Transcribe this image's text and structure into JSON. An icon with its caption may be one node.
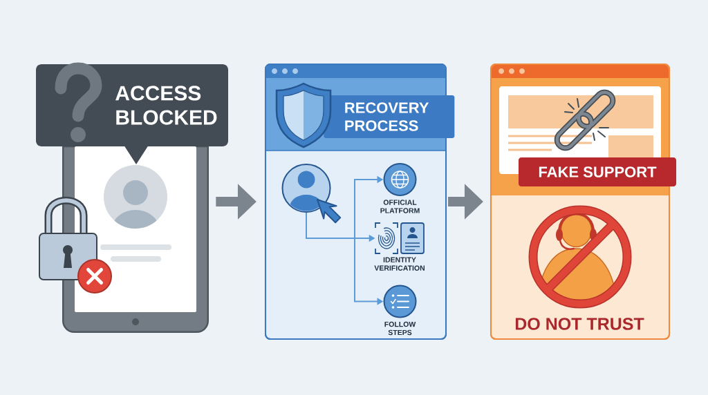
{
  "diagram": {
    "nodes": [
      {
        "text": [
          "ACCESS BLOCKED"
        ]
      },
      {
        "text": [],
        "shape": "picture"
      },
      {
        "text": [
          "RECOVERY PROCESS"
        ]
      },
      {
        "text": [],
        "shape": "circle",
        "in": 2
      },
      {
        "text": [
          "OFFICIAL PLATFORM"
        ],
        "in": 2
      },
      {
        "text": [
          "IDENTITY VERIFICATION"
        ],
        "in": 2
      },
      {
        "text": [
          "FOLLOW STEPS"
        ],
        "in": 2
      },
      {
        "text": [
          "FAKE SUPPORT",
          "DO NOT TRUST"
        ]
      }
    ],
    "edges": [
      {
        "from": 1,
        "to": 2,
        "arrow": "to",
        "style": "thick",
        "color": "#7c858e"
      },
      {
        "from": 2,
        "to": 7,
        "arrow": "to",
        "style": "thick",
        "color": "#7c858e"
      },
      {
        "from": 3,
        "to": 4,
        "arrow": "to"
      },
      {
        "from": 3,
        "to": 5,
        "arrow": "to"
      },
      {
        "from": 3,
        "to": 6,
        "arrow": "to"
      }
    ]
  }
}
